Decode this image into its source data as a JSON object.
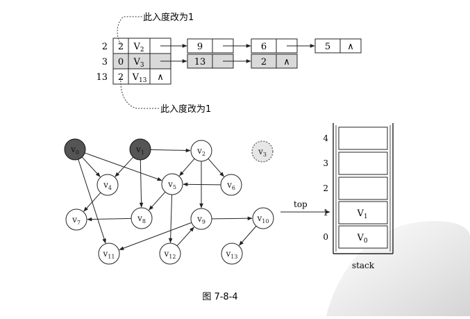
{
  "adjacency": {
    "rows": [
      {
        "index": "2",
        "in_degree": "2",
        "vertex": "V",
        "sub": "2",
        "tail": ""
      },
      {
        "index": "3",
        "in_degree": "0",
        "vertex": "V",
        "sub": "3",
        "tail": ""
      },
      {
        "index": "13",
        "in_degree": "2",
        "vertex": "V",
        "sub": "13",
        "tail": "∧"
      }
    ],
    "row0_nodes": [
      {
        "value": "9",
        "next": ""
      },
      {
        "value": "6",
        "next": ""
      },
      {
        "value": "5",
        "next": "∧"
      }
    ],
    "row1_nodes": [
      {
        "value": "13",
        "next": ""
      },
      {
        "value": "2",
        "next": "∧"
      }
    ],
    "top_note": "此入度改为1",
    "bottom_note": "此入度改为1"
  },
  "graph": {
    "nodes": [
      {
        "id": "v0",
        "label": "v",
        "sub": "0",
        "style": "dark"
      },
      {
        "id": "v1",
        "label": "v",
        "sub": "1",
        "style": "dark"
      },
      {
        "id": "v2",
        "label": "v",
        "sub": "2",
        "style": "normal"
      },
      {
        "id": "v3",
        "label": "v",
        "sub": "3",
        "style": "dashed"
      },
      {
        "id": "v4",
        "label": "v",
        "sub": "4",
        "style": "normal"
      },
      {
        "id": "v5",
        "label": "v",
        "sub": "5",
        "style": "normal"
      },
      {
        "id": "v6",
        "label": "v",
        "sub": "6",
        "style": "normal"
      },
      {
        "id": "v7",
        "label": "v",
        "sub": "7",
        "style": "normal"
      },
      {
        "id": "v8",
        "label": "v",
        "sub": "8",
        "style": "normal"
      },
      {
        "id": "v9",
        "label": "v",
        "sub": "9",
        "style": "normal"
      },
      {
        "id": "v10",
        "label": "v",
        "sub": "10",
        "style": "normal"
      },
      {
        "id": "v11",
        "label": "v",
        "sub": "11",
        "style": "normal"
      },
      {
        "id": "v12",
        "label": "v",
        "sub": "12",
        "style": "normal"
      },
      {
        "id": "v13",
        "label": "v",
        "sub": "13",
        "style": "normal"
      }
    ],
    "edges": [
      {
        "from": "v0",
        "to": "v4"
      },
      {
        "from": "v0",
        "to": "v5"
      },
      {
        "from": "v0",
        "to": "v11"
      },
      {
        "from": "v1",
        "to": "v2"
      },
      {
        "from": "v1",
        "to": "v4"
      },
      {
        "from": "v1",
        "to": "v8"
      },
      {
        "from": "v2",
        "to": "v5"
      },
      {
        "from": "v2",
        "to": "v6"
      },
      {
        "from": "v2",
        "to": "v9"
      },
      {
        "from": "v4",
        "to": "v7"
      },
      {
        "from": "v5",
        "to": "v8"
      },
      {
        "from": "v5",
        "to": "v12"
      },
      {
        "from": "v6",
        "to": "v5"
      },
      {
        "from": "v8",
        "to": "v7"
      },
      {
        "from": "v9",
        "to": "v10"
      },
      {
        "from": "v9",
        "to": "v11"
      },
      {
        "from": "v12",
        "to": "v9"
      },
      {
        "from": "v10",
        "to": "v13"
      }
    ]
  },
  "stack": {
    "slots": [
      {
        "index": "4",
        "label": "",
        "sub": ""
      },
      {
        "index": "3",
        "label": "",
        "sub": ""
      },
      {
        "index": "2",
        "label": "",
        "sub": ""
      },
      {
        "index": "1",
        "label": "V",
        "sub": "1"
      },
      {
        "index": "0",
        "label": "V",
        "sub": "0"
      }
    ],
    "top_label": "top",
    "caption": "stack"
  },
  "figure_caption": "图 7-8-4"
}
